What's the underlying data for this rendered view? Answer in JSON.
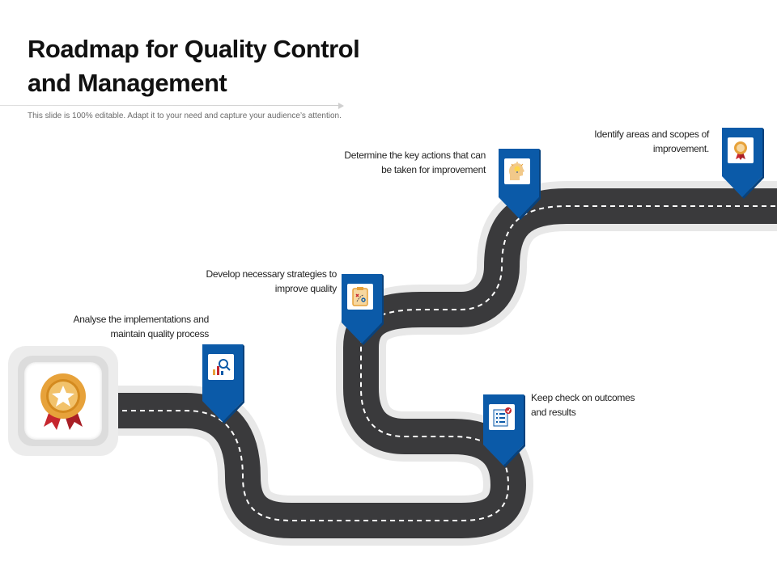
{
  "header": {
    "title": "Roadmap for Quality Control and Management",
    "subtitle": "This slide is 100% editable. Adapt it to your need and capture your audience’s attention."
  },
  "colors": {
    "road": "#3a3a3c",
    "road_edge": "#e6e6e6",
    "pin_blue": "#0b5aa8",
    "pin_blue_dark": "#08427d",
    "medal_gold": "#e7a23a",
    "ribbon_red": "#c6262e"
  },
  "milestones": [
    {
      "text": "Analyse the implementations and maintain quality process",
      "icon": "analytics-magnifier-icon"
    },
    {
      "text": "Develop necessary strategies to improve quality",
      "icon": "strategy-clipboard-icon"
    },
    {
      "text": "Determine the key actions that can be taken for improvement",
      "icon": "idea-head-icon"
    },
    {
      "text": "Identify areas and scopes of improvement.",
      "icon": "award-medal-icon"
    },
    {
      "text": "Keep check on outcomes and results",
      "icon": "checklist-icon"
    }
  ],
  "start": {
    "icon": "medal-star-icon"
  }
}
